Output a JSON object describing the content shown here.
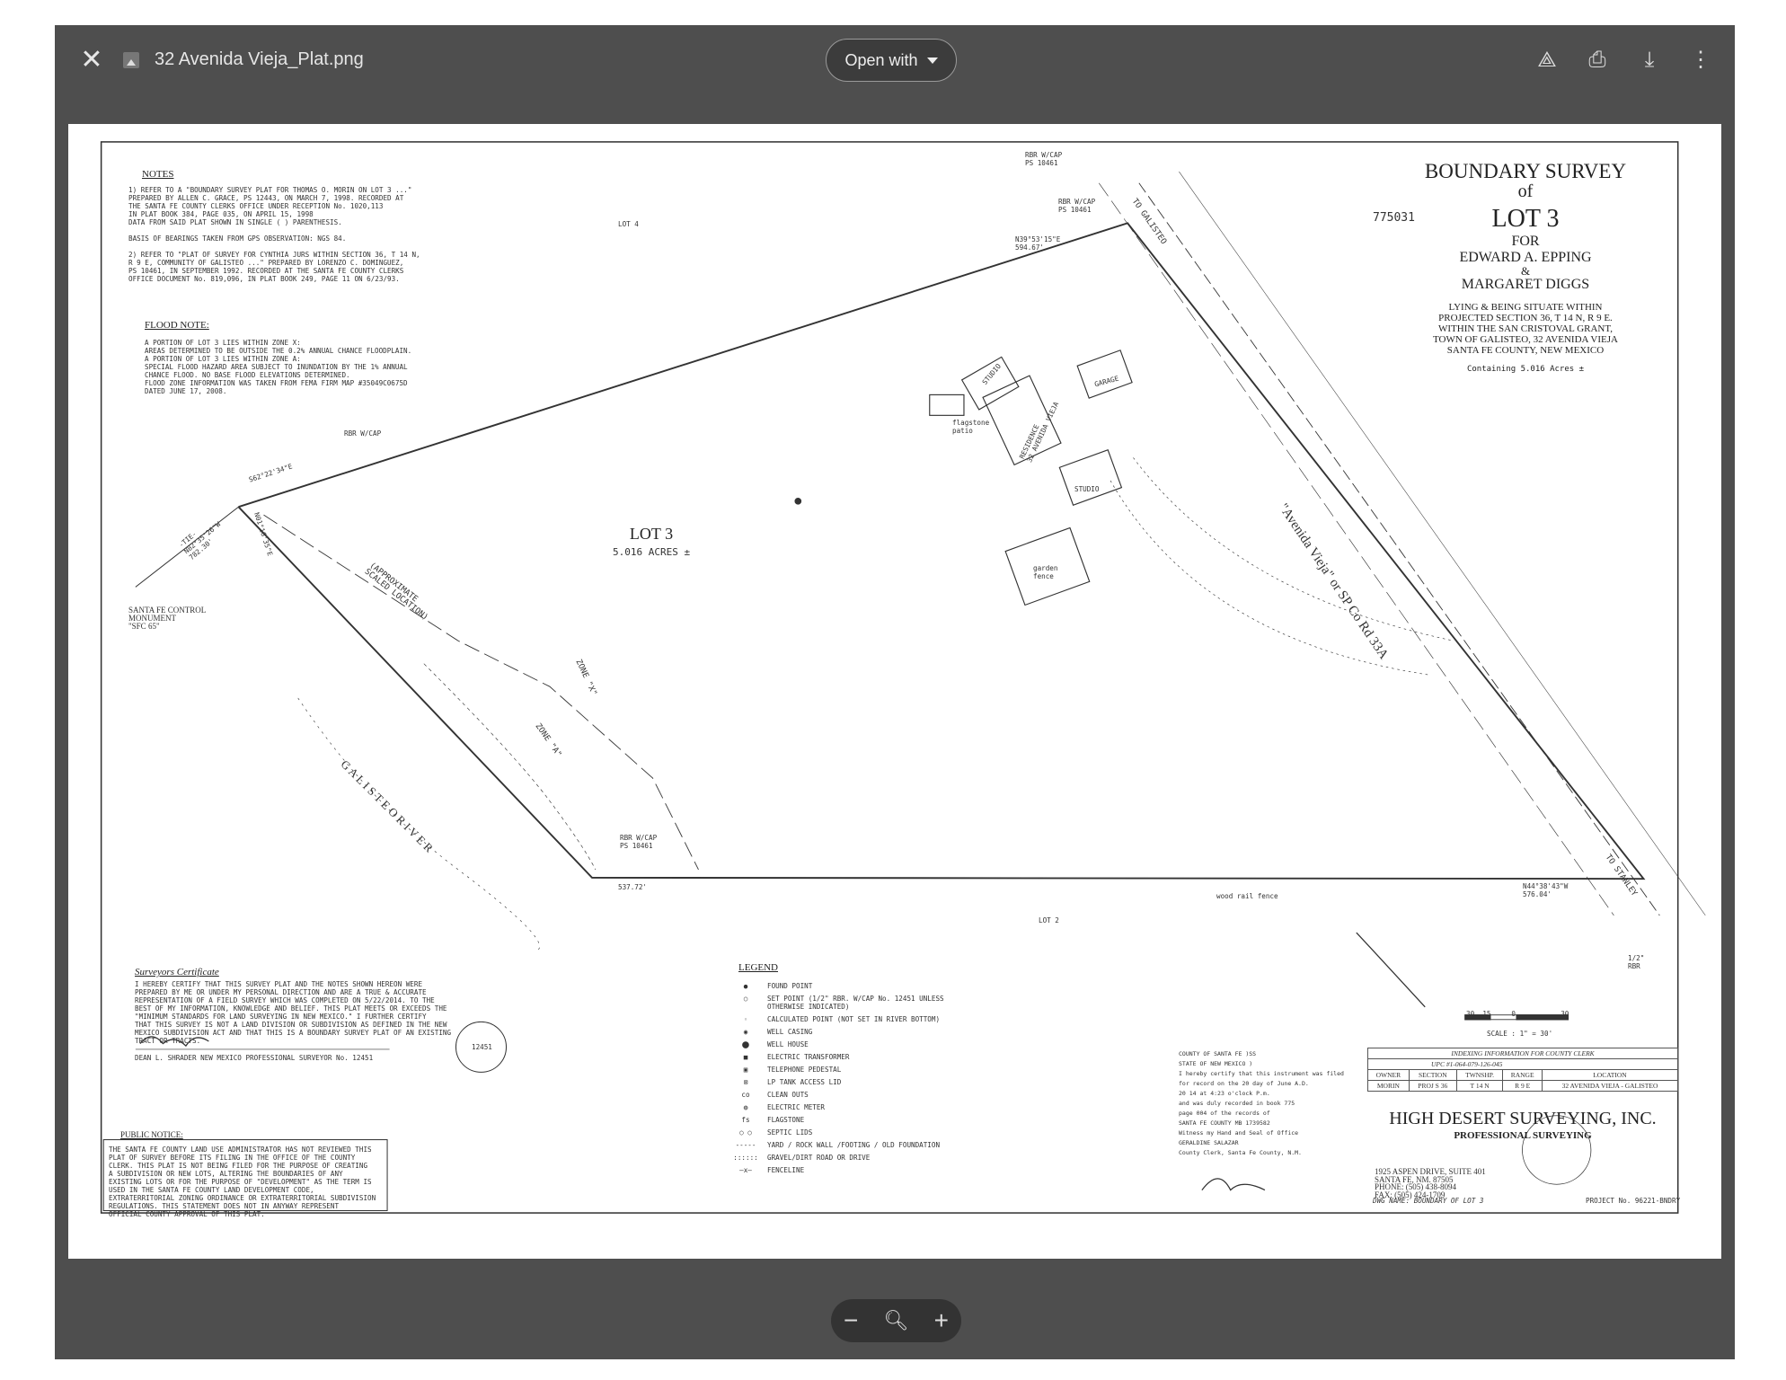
{
  "viewer": {
    "file_name": "32 Avenida Vieja_Plat.png",
    "open_with": "Open with",
    "icons": [
      "close-icon",
      "image-file-icon",
      "add-to-drive-icon",
      "print-icon",
      "download-icon",
      "more-vert-icon",
      "zoom-out-icon",
      "zoom-reset-icon",
      "zoom-in-icon"
    ]
  },
  "plat": {
    "notes_title": "NOTES",
    "notes": "1) REFER TO A \"BOUNDARY SURVEY PLAT FOR THOMAS O. MORIN ON LOT 3 ...\"\n   PREPARED BY ALLEN C. GRACE, PS 12443, ON MARCH 7, 1998. RECORDED AT\n   THE SANTA FE COUNTY CLERKS OFFICE UNDER RECEPTION No. 1020,113\n   IN PLAT BOOK 384, PAGE 035, ON APRIL 15, 1998\n   DATA FROM SAID PLAT SHOWN IN SINGLE ( ) PARENTHESIS.\n\n   BASIS OF BEARINGS TAKEN FROM GPS OBSERVATION: NGS 84.\n\n2) REFER TO \"PLAT OF SURVEY FOR CYNTHIA JURS WITHIN SECTION 36, T 14 N,\n   R 9 E, COMMUNITY OF GALISTEO ...\" PREPARED BY LORENZO C. DOMINGUEZ,\n   PS 10461, IN SEPTEMBER 1992. RECORDED AT THE SANTA FE COUNTY CLERKS\n   OFFICE DOCUMENT No. 819,096, IN PLAT BOOK 249, PAGE 11 ON 6/23/93.",
    "flood_title": "FLOOD NOTE:",
    "flood": "A PORTION OF LOT 3 LIES WITHIN ZONE X:\nAREAS DETERMINED TO BE OUTSIDE THE 0.2% ANNUAL CHANCE FLOODPLAIN.\nA PORTION OF LOT 3 LIES WITHIN ZONE A:\nSPECIAL FLOOD HAZARD AREA SUBJECT TO INUNDATION BY THE 1% ANNUAL\nCHANCE FLOOD. NO BASE FLOOD ELEVATIONS DETERMINED.\nFLOOD ZONE INFORMATION WAS TAKEN FROM FEMA FIRM MAP #35049C0675D\nDATED JUNE 17, 2008.",
    "title": {
      "l1": "BOUNDARY SURVEY",
      "l2": "of",
      "stamp": "775031",
      "lot": "LOT 3",
      "for": "FOR",
      "owner1": "EDWARD A. EPPING",
      "amp": "&",
      "owner2": "MARGARET DIGGS",
      "desc": "LYING & BEING SITUATE WITHIN\nPROJECTED SECTION 36, T 14 N, R 9 E.\nWITHIN THE SAN CRISTOVAL GRANT,\nTOWN OF GALISTEO, 32 AVENIDA VIEJA\nSANTA FE COUNTY, NEW MEXICO",
      "containing": "Containing 5.016 Acres ±"
    },
    "lot_label": "LOT 3",
    "lot_acres": "5.016 ACRES ±",
    "labels": {
      "road": "\"Avenida Vieja\" or SP Co Rd 33A",
      "river": "G A L I S T E O   R I V E R",
      "to_galisteo": "TO GALISTEO",
      "to_stanley": "TO STANLEY",
      "zone_x": "ZONE \"X\"",
      "zone_a": "ZONE \"A\"",
      "approx": "(APPROXIMATE\nSCALED LOCATION)",
      "monument": "SANTA FE CONTROL\nMONUMENT\n\"SFC 65\"",
      "tie": "-TIE-\nN82°35'26\"W\n782.30'",
      "rbr1": "RBR W/CAP",
      "rbr2": "RBR W/CAP\nPS 10461",
      "rbr3": "RBR W/CAP\nPS 10461",
      "rbr4": "RBR W/CAP\nPS 10461",
      "b1": "S62°22'34\"E",
      "b2": "N01°16'35\"E",
      "b3": "N39°53'15\"E\n594.67'",
      "b4": "N44°38'43\"W\n576.04'",
      "b5": "537.72'",
      "lot4": "LOT 4",
      "lot2": "LOT 2",
      "studio1": "STUDIO",
      "studio2": "STUDIO",
      "garage": "GARAGE",
      "residence": "RESIDENCE\n32 AVENIDA VIEJA",
      "garden": "garden\nfence",
      "flagstone": "flagstone\npatio",
      "wood_fence": "wood rail fence",
      "half_rbr": "1/2\"\nRBR"
    },
    "cert_title": "Surveyors Certificate",
    "cert": "I HEREBY CERTIFY THAT THIS SURVEY PLAT AND THE NOTES SHOWN HEREON WERE\nPREPARED BY ME OR UNDER MY PERSONAL DIRECTION AND ARE A TRUE & ACCURATE\nREPRESENTATION OF A FIELD SURVEY WHICH WAS COMPLETED ON 5/22/2014. TO THE\nBEST OF MY INFORMATION, KNOWLEDGE AND BELIEF. THIS PLAT MEETS OR EXCEEDS THE\n\"MINIMUM STANDARDS FOR LAND SURVEYING IN NEW MEXICO.\" I FURTHER CERTIFY\nTHAT THIS SURVEY IS NOT A LAND DIVISION OR SUBDIVISION AS DEFINED IN THE NEW\nMEXICO SUBDIVISION ACT AND THAT THIS IS A BOUNDARY SURVEY PLAT OF AN EXISTING\nTRACT OR TRACTS.",
    "surveyor": "DEAN L. SHRADER   NEW MEXICO PROFESSIONAL SURVEYOR No. 12451",
    "seal": "12451",
    "notice_title": "PUBLIC NOTICE:",
    "notice": "THE SANTA FE COUNTY LAND USE ADMINISTRATOR HAS NOT REVIEWED THIS\nPLAT OF SURVEY BEFORE ITS FILING IN THE OFFICE OF THE COUNTY\nCLERK. THIS PLAT IS NOT BEING FILED FOR THE PURPOSE OF CREATING\nA SUBDIVISION OR NEW LOTS, ALTERING THE BOUNDARIES OF ANY\nEXISTING LOTS OR FOR THE PURPOSE OF \"DEVELOPMENT\" AS THE TERM IS\nUSED IN THE SANTA FE COUNTY LAND DEVELOPMENT CODE,\nEXTRATERRITORIAL ZONING ORDINANCE OR EXTRATERRITORIAL SUBDIVISION\nREGULATIONS. THIS STATEMENT DOES NOT IN ANYWAY REPRESENT\nOFFICIAL COUNTY APPROVAL OF THIS PLAT.",
    "legend_title": "LEGEND",
    "legend": [
      {
        "sym": "●",
        "label": "FOUND POINT"
      },
      {
        "sym": "○",
        "label": "SET POINT (1/2\" RBR. W/CAP No. 12451 UNLESS\nOTHERWISE INDICATED)"
      },
      {
        "sym": "◦",
        "label": "CALCULATED POINT (NOT SET IN RIVER BOTTOM)"
      },
      {
        "sym": "◉",
        "label": "WELL CASING"
      },
      {
        "sym": "⬤",
        "label": "WELL HOUSE"
      },
      {
        "sym": "■",
        "label": "ELECTRIC TRANSFORMER"
      },
      {
        "sym": "▣",
        "label": "TELEPHONE PEDESTAL"
      },
      {
        "sym": "⊠",
        "label": "LP TANK ACCESS LID"
      },
      {
        "sym": "co",
        "label": "CLEAN OUTS"
      },
      {
        "sym": "◍",
        "label": "ELECTRIC METER"
      },
      {
        "sym": "fs",
        "label": "FLAGSTONE"
      },
      {
        "sym": "○ ○",
        "label": "SEPTIC LIDS"
      },
      {
        "sym": "-----",
        "label": "YARD / ROCK WALL /FOOTING / OLD FOUNDATION"
      },
      {
        "sym": "::::::",
        "label": "GRAVEL/DIRT ROAD OR DRIVE"
      },
      {
        "sym": "—x—",
        "label": "FENCELINE"
      }
    ],
    "clerk": "COUNTY OF SANTA FE          )SS\nSTATE OF NEW MEXICO         )\nI hereby certify that this instrument was filed\nfor record on the 20 day of June A.D.\n20 14 at 4:23 o'clock P.m.\nand was duly recorded in book 775\npage 004 of the records of\nSANTA FE COUNTY   MB 1739582\nWitness my Hand and Seal of Office\n        GERALDINE SALAZAR\nCounty Clerk, Santa Fe County, N.M.",
    "scale": "SCALE : 1\" = 30'",
    "scale_ticks": [
      "30",
      "15",
      "0",
      "30"
    ],
    "index": {
      "title": "INDEXING INFORMATION FOR COUNTY CLERK",
      "upc": "UPC #1-064-079-126-045",
      "headers": [
        "OWNER",
        "SECTION",
        "TWNSHP.",
        "RANGE",
        "LOCATION"
      ],
      "row": [
        "MORIN",
        "PROJ S 36",
        "T 14 N",
        "R 9 E",
        "32 AVENIDA VIEJA - GALISTEO"
      ]
    },
    "company": "HIGH DESERT SURVEYING, INC.",
    "company_sub": "PROFESSIONAL SURVEYING",
    "address": "1925 ASPEN DRIVE, SUITE 401\nSANTA FE, NM. 87505\nPHONE: (505) 438-8094\nFAX:   (505) 424-1709",
    "dwg": "DWG NAME: BOUNDARY OF LOT 3",
    "project": "PROJECT No. 96221-BNDRY"
  }
}
